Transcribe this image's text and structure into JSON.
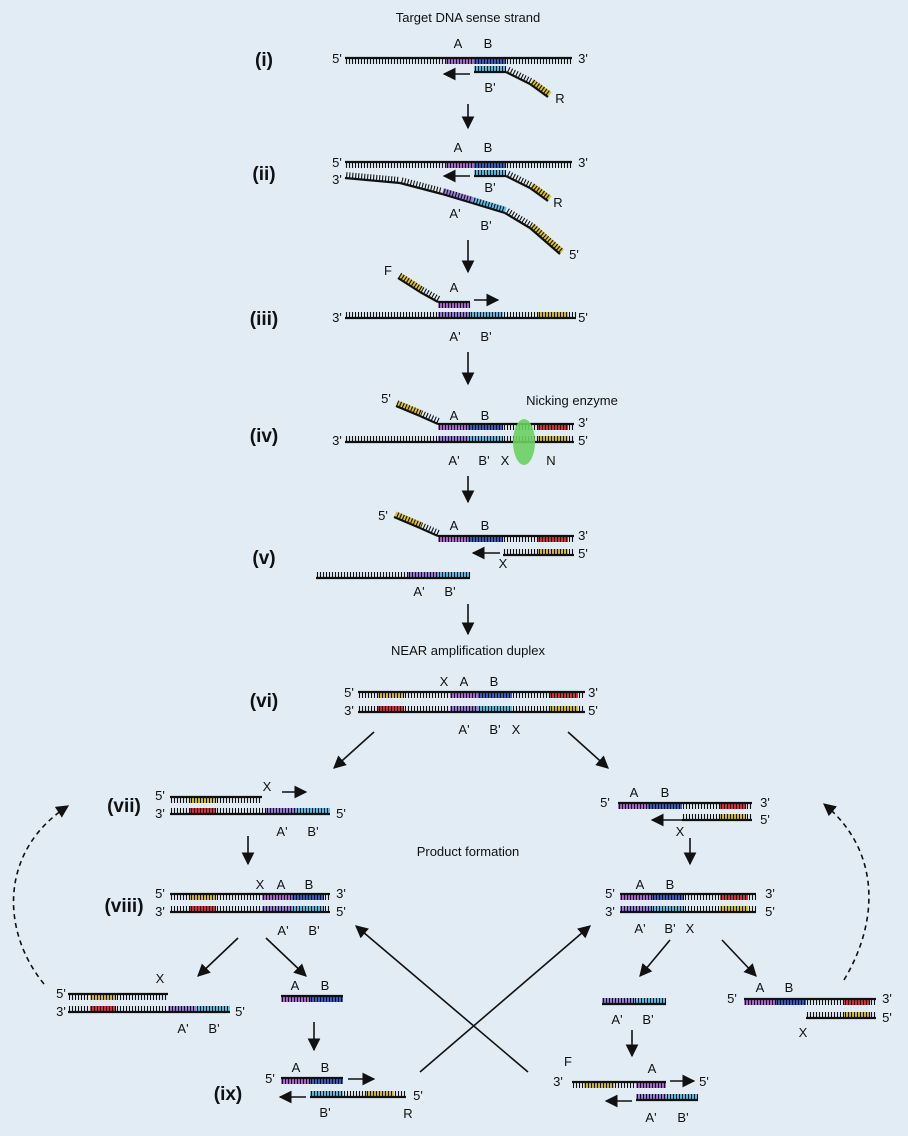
{
  "colors": {
    "background": "#e2ecf4",
    "A": "#b06ad8",
    "B": "#3d5fd0",
    "A_prime": "#9b7fe0",
    "B_prime": "#5cc0ec",
    "tail": "#d8c030",
    "nick_site": "#e03040",
    "enzyme": "#6cd060",
    "strand": "#111111"
  },
  "titles": {
    "target": "Target DNA sense strand",
    "nicking": "Nicking enzyme",
    "near": "NEAR amplification duplex",
    "product": "Product formation"
  },
  "steps": [
    "(i)",
    "(ii)",
    "(iii)",
    "(iv)",
    "(v)",
    "(vi)",
    "(vii)",
    "(viii)",
    "(ix)"
  ],
  "labels": {
    "five": "5'",
    "three": "3'",
    "A": "A",
    "B": "B",
    "Ap": "A'",
    "Bp": "B'",
    "R": "R",
    "F": "F",
    "X": "X",
    "N": "N"
  }
}
